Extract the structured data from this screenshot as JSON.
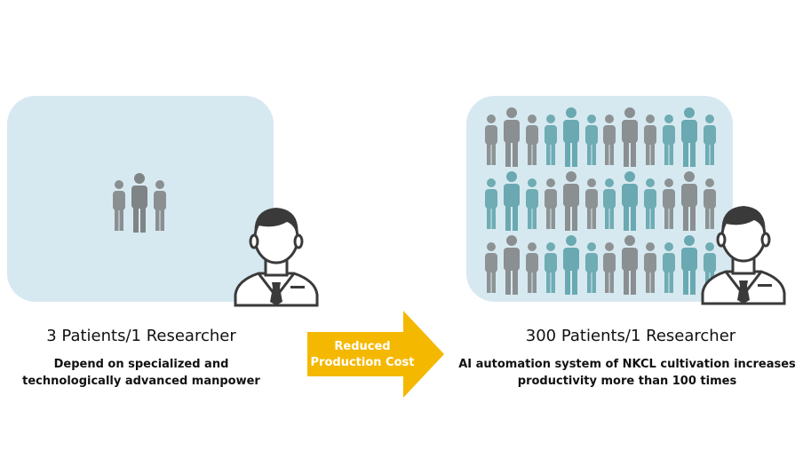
{
  "left": {
    "title": "3 Patients/1 Researcher",
    "description_line1": "Depend on specialized and",
    "description_line2": "technologically advanced manpower",
    "group_icon": "patient-group-icon",
    "group_count": 1
  },
  "arrow": {
    "label_line1": "Reduced",
    "label_line2": "Production Cost",
    "color": "#f5b800"
  },
  "right": {
    "title": "300 Patients/1 Researcher",
    "description_line1": "AI automation system of NKCL cultivation increases",
    "description_line2": "productivity more than 100 times",
    "group_icon": "patient-group-icon",
    "group_count": 12
  },
  "colors": {
    "panel_background": "#d7e9f0",
    "gray_patient": "#8a8f91",
    "teal_patient": "#6aa9b1",
    "researcher_outline": "#3a3a3a"
  },
  "researcher_icon": "researcher-icon"
}
